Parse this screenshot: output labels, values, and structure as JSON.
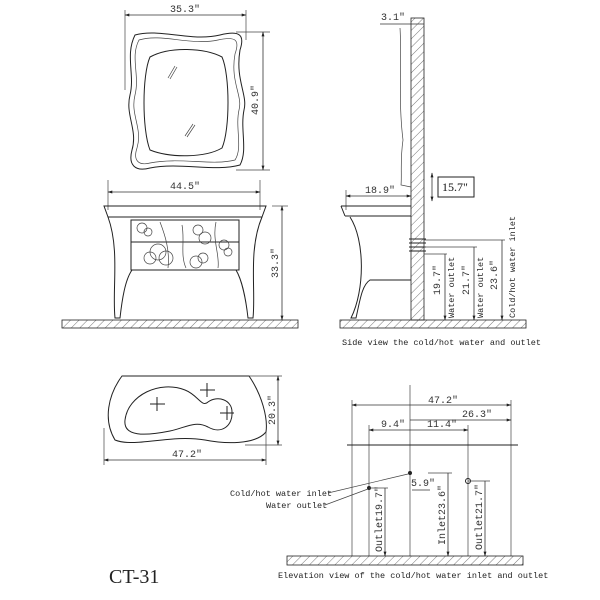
{
  "model_name": "CT-31",
  "mirror_front": {
    "width": "35.3\"",
    "height": "40.9\""
  },
  "mirror_side": {
    "depth": "3.1\""
  },
  "cabinet_front": {
    "width": "44.5\"",
    "height": "33.3\""
  },
  "side_view": {
    "depth": "18.9\"",
    "gap_box": "15.7\"",
    "dims": [
      {
        "value": "19.7\"",
        "label": "Water outlet"
      },
      {
        "value": "21.7\"",
        "label": "Water outlet"
      },
      {
        "value": "23.6\"",
        "label": "Cold/hot water inlet"
      }
    ],
    "caption": "Side view the cold/hot water and outlet"
  },
  "top_view": {
    "width": "47.2\"",
    "depth": "20.3\""
  },
  "elevation_view": {
    "total_width": "47.2\"",
    "right_width": "26.3\"",
    "left_offset": "9.4\"",
    "right_offset": "11.4\"",
    "inlet_offset": "5.9\"",
    "callouts": {
      "inlet": "Cold/hot water inlet",
      "outlet": "Water outlet"
    },
    "dims": {
      "outlet_left": "Outlet19.7\"",
      "inlet": "Inlet23.6\"",
      "outlet_right": "Outlet21.7\""
    },
    "caption": "Elevation view of the cold/hot water inlet and outlet"
  }
}
